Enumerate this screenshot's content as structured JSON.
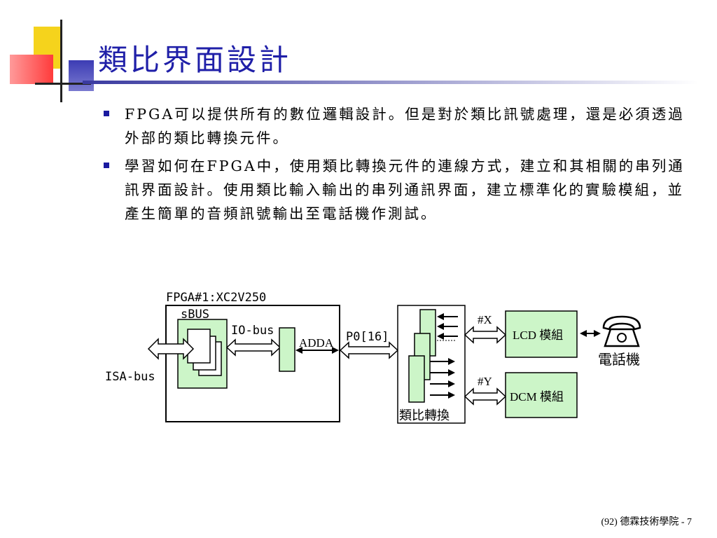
{
  "slide": {
    "title": "類比界面設計",
    "bullets": [
      {
        "text": "FPGA可以提供所有的數位邏輯設計。但是對於類比訊號處理，還是必須透過外部的類比轉換元件。"
      },
      {
        "text": "學習如何在FPGA中，使用類比轉換元件的連線方式，建立和其相關的串列通訊界面設計。使用類比輸入輸出的串列通訊界面，建立標準化的實驗模組，並產生簡單的音頻訊號輸出至電話機作測試。"
      }
    ],
    "footer": "(92) 德霖技術學院 - 7"
  },
  "diagram": {
    "fpga_label": "FPGA#1:XC2V250",
    "sbus_label": "sBUS",
    "io_bus_label": "IO-bus",
    "adda_label": "ADDA",
    "isa_bus_label": "ISA-bus",
    "p0_label": "P0[16]",
    "converter_label": "類比轉換",
    "x_label": "#X",
    "y_label": "#Y",
    "lcd_label": "LCD 模組",
    "dcm_label": "DCM 模組",
    "phone_label": "電話機",
    "colors": {
      "module_fill": "#ccf5c8",
      "title_color": "#1f1fa8",
      "bullet_color": "#1a1aa0"
    }
  }
}
